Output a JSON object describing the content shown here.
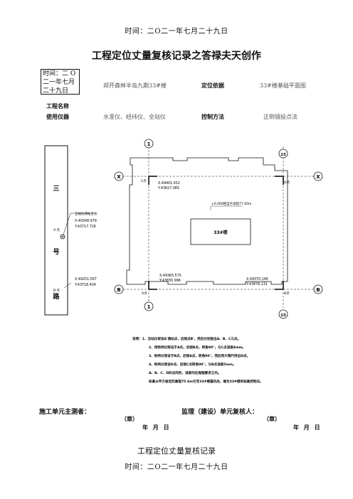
{
  "header": {
    "time_line": "时间：二O二一年七月二十九日"
  },
  "doc": {
    "title": "工程定位丈量复核记录之答禄夫天创作",
    "subtitle": "工程定位丈量复核记录"
  },
  "info": {
    "box_lines": [
      "时间：二 O",
      "二一年七月",
      "二十九日"
    ],
    "project_value": "郑开森林半岛九期33#楼",
    "basis_label": "定位依据",
    "basis_value": "33#楼基础平面图",
    "project_label": "工程名称",
    "instrument_label": "使用仪器",
    "instrument_value": "水准仪、经纬仪、全站仪",
    "method_label": "控制方法",
    "method_value": "正倒镜投点法"
  },
  "drawing": {
    "road_chars": [
      "三",
      "号",
      "路"
    ],
    "axis_1": "1",
    "axis_15": "15",
    "axis_x": "X",
    "axis_b": "B",
    "station_label": "全站仪测站坐标",
    "station_x": "X:49348.979",
    "station_y": "Y:43717.726",
    "station_point": "A'点",
    "back_coord_x": "X:49251.567",
    "back_coord_y": "Y:43718.434",
    "back_point": "B'点",
    "c_point": "C点",
    "c_coord_x": "X:49401.052",
    "c_coord_y": "Y:43827.083",
    "d_point": "D点",
    "a_point": "A点",
    "a_coord_x": "X:49365.575",
    "a_coord_y": "Y:43830.996",
    "b_point": "B点",
    "b_coord_x": "X:49370.146",
    "b_coord_y": "Y:43878.132",
    "elevation_note": "±0.000相当于高程77.60m",
    "building_label": "33#楼"
  },
  "notes": [
    "说明：1、全站仪架设A'测站点，后视点B'，然后分别放出A、B、C三点。",
    "2、用经纬仪架设于A点，后视B点，转角90°，与C点误差4mm。",
    "3、经纬仪架设于B点，后视A点，转角90°，然后用大钢尺持出D点。",
    "4、经纬仪架设D点，后视C点转角90°，与B点误差5mm。",
    "A、B、C、D四点闭合，误差均在规程要求之内。",
    "标高从甲方给定的高程75.6m引至33#楼基坑处，做为33#楼的标高控制点。"
  ],
  "signatures": {
    "left_label": "施工单元主测者：",
    "right_label": "监理（建设）单元复核人：",
    "stamp": "（章）",
    "date": "年 月 日"
  }
}
